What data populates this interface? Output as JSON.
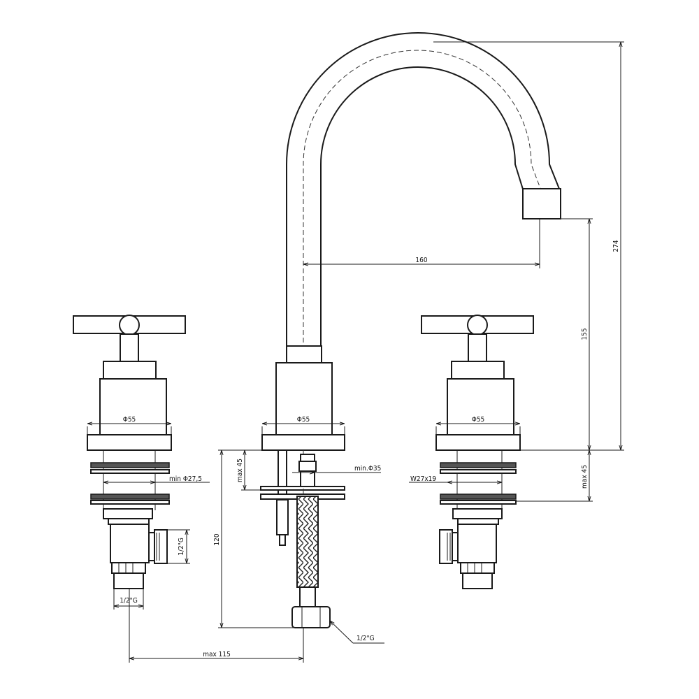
{
  "drawing": {
    "dimensions": {
      "spout_reach": "160",
      "total_height": "274",
      "spout_height": "155",
      "right_max_deck": "max 45",
      "center_max_deck": "max 45",
      "hose_length": "120",
      "max_offset": "max 115",
      "left_diameter": "Φ55",
      "center_diameter": "Φ55",
      "right_diameter": "Φ55",
      "left_min_hole": "min Φ27,5",
      "center_min_hole": "min.Φ35",
      "right_thread": "W27x19",
      "left_outlet_side": "1/2\"G",
      "left_outlet_bottom": "1/2\"G",
      "hose_connector": "1/2\"G"
    }
  }
}
